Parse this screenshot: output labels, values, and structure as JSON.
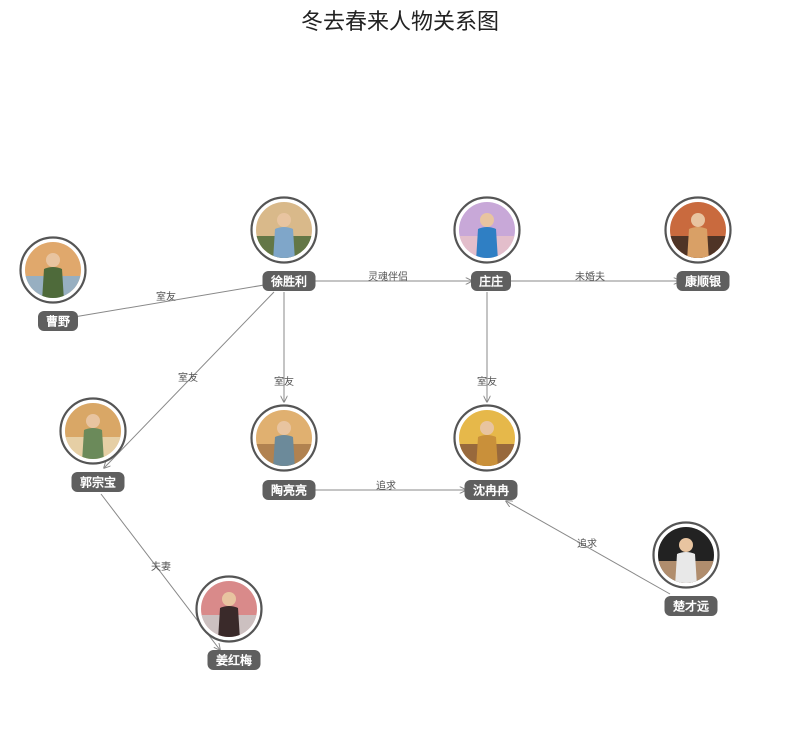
{
  "title": "冬去春来人物关系图",
  "nodes": [
    {
      "id": "xushengli",
      "name": "徐胜利",
      "avatar": "person-photo-icon",
      "colors": [
        "#d9b98a",
        "#7fa6c9",
        "#4d6b3a"
      ]
    },
    {
      "id": "zhuangzhuang",
      "name": "庄庄",
      "avatar": "person-photo-icon",
      "colors": [
        "#c8a8d8",
        "#2f7fc4",
        "#e7c2c9"
      ]
    },
    {
      "id": "kangshunyin",
      "name": "康顺银",
      "avatar": "person-photo-icon",
      "colors": [
        "#c96a3e",
        "#d9a066",
        "#3a2a22"
      ]
    },
    {
      "id": "caoye",
      "name": "曹野",
      "avatar": "person-photo-icon",
      "colors": [
        "#e0a86c",
        "#4e6a3a",
        "#8ab0d0"
      ]
    },
    {
      "id": "guozongbao",
      "name": "郭宗宝",
      "avatar": "person-photo-icon",
      "colors": [
        "#d9a766",
        "#6b8a5a",
        "#e8d6b0"
      ]
    },
    {
      "id": "taoliangliang",
      "name": "陶亮亮",
      "avatar": "person-photo-icon",
      "colors": [
        "#e0b070",
        "#6c8a9a",
        "#a87a4a"
      ]
    },
    {
      "id": "shenranran",
      "name": "沈冉冉",
      "avatar": "person-photo-icon",
      "colors": [
        "#e6b84a",
        "#c9903a",
        "#8a5a3a"
      ]
    },
    {
      "id": "jianghongmei",
      "name": "姜红梅",
      "avatar": "person-photo-icon",
      "colors": [
        "#d98a8a",
        "#3a2a2a",
        "#c9c9c9"
      ]
    },
    {
      "id": "chucaiyuan",
      "name": "楚才远",
      "avatar": "person-photo-icon",
      "colors": [
        "#222222",
        "#e8e8e8",
        "#c9a07a"
      ]
    }
  ],
  "edges": [
    {
      "from": "caoye",
      "to": "xushengli",
      "label": "室友"
    },
    {
      "from": "xushengli",
      "to": "zhuangzhuang",
      "label": "灵魂伴侣"
    },
    {
      "from": "zhuangzhuang",
      "to": "kangshunyin",
      "label": "未婚夫"
    },
    {
      "from": "xushengli",
      "to": "guozongbao",
      "label": "室友"
    },
    {
      "from": "xushengli",
      "to": "taoliangliang",
      "label": "室友"
    },
    {
      "from": "zhuangzhuang",
      "to": "shenranran",
      "label": "室友"
    },
    {
      "from": "taoliangliang",
      "to": "shenranran",
      "label": "追求"
    },
    {
      "from": "guozongbao",
      "to": "jianghongmei",
      "label": "夫妻"
    },
    {
      "from": "chucaiyuan",
      "to": "shenranran",
      "label": "追求"
    }
  ]
}
